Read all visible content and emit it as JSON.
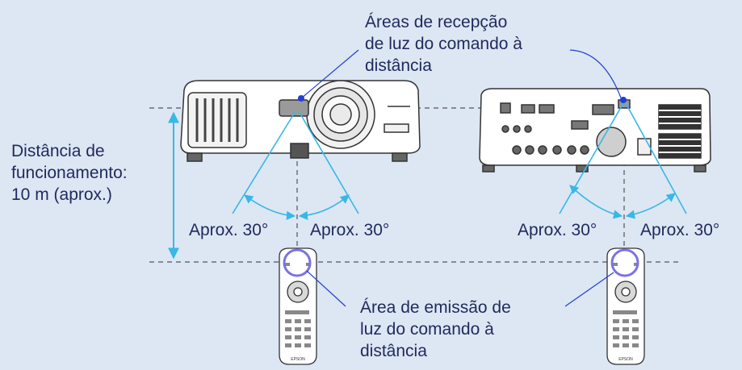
{
  "receivers_label": [
    "Áreas de recepção",
    "de luz do comando à",
    "distância"
  ],
  "distance_label": [
    "Distância de",
    "funcionamento:",
    "10 m (aprox.)"
  ],
  "angle_labels": [
    "Aprox. 30°",
    "Aprox. 30°",
    "Aprox. 30°",
    "Aprox. 30°"
  ],
  "emitter_label": [
    "Área de emissão de",
    "luz do comando à",
    "distância"
  ],
  "remote_brand": "EPSON",
  "colors": {
    "background": "#dde6f3",
    "guide_line": "#7fd0ef",
    "dashed_line": "#555555",
    "pointer_dot": "#1f3fd6",
    "emitter_ring": "#7b72e8",
    "text": "#1f2a5c"
  },
  "icons": [
    "projector-front-view",
    "projector-rear-view",
    "remote-control"
  ]
}
